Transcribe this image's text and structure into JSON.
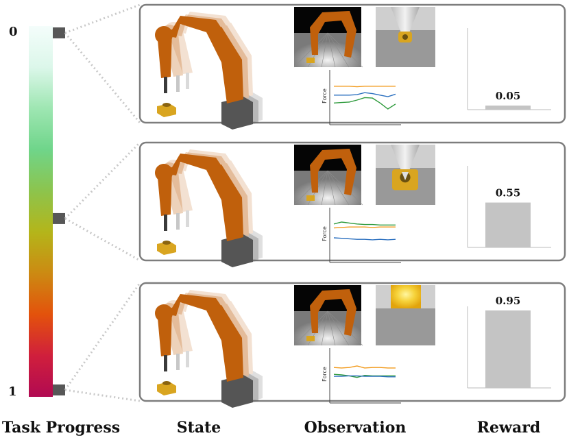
{
  "progress_bar": {
    "top_label": "0",
    "bottom_label": "1",
    "gradient_colors": [
      "#f4fdfb",
      "#dcf7ea",
      "#9ee6b2",
      "#6fd58a",
      "#8cc44d",
      "#b4b51a",
      "#cc8a12",
      "#e3520c",
      "#d01f3c",
      "#b10a52"
    ],
    "markers": [
      0.0,
      0.52,
      1.0
    ],
    "marker_color": "#575757"
  },
  "colors": {
    "panel_border": "#7d7d7d",
    "robot_orange": "#c0600c",
    "robot_base": "#555555",
    "target_gold": "#d9a520",
    "reward_bar": "#c4c4c4"
  },
  "panels": [
    {
      "progress": 0.0,
      "force_label": "Force",
      "force_lines": [
        {
          "color": "#f29a1b",
          "values": [
            0.78,
            0.78,
            0.78,
            0.77,
            0.78,
            0.78,
            0.78,
            0.78,
            0.78
          ]
        },
        {
          "color": "#2a6fbf",
          "values": [
            0.6,
            0.6,
            0.6,
            0.61,
            0.65,
            0.63,
            0.6,
            0.57,
            0.62
          ]
        },
        {
          "color": "#2e9a3c",
          "values": [
            0.44,
            0.45,
            0.46,
            0.5,
            0.55,
            0.54,
            0.44,
            0.32,
            0.42
          ]
        }
      ],
      "reward": {
        "value": 0.05,
        "label": "0.05"
      }
    },
    {
      "progress": 0.52,
      "force_label": "Force",
      "force_lines": [
        {
          "color": "#2e9a3c",
          "values": [
            0.78,
            0.82,
            0.8,
            0.78,
            0.77,
            0.77,
            0.76,
            0.76,
            0.76
          ]
        },
        {
          "color": "#f29a1b",
          "values": [
            0.7,
            0.71,
            0.72,
            0.72,
            0.72,
            0.71,
            0.72,
            0.72,
            0.72
          ]
        },
        {
          "color": "#2a6fbf",
          "values": [
            0.5,
            0.49,
            0.48,
            0.47,
            0.47,
            0.46,
            0.47,
            0.46,
            0.47
          ]
        }
      ],
      "reward": {
        "value": 0.55,
        "label": "0.55"
      }
    },
    {
      "progress": 1.0,
      "force_label": "Force",
      "force_lines": [
        {
          "color": "#f29a1b",
          "values": [
            0.72,
            0.71,
            0.72,
            0.75,
            0.71,
            0.72,
            0.72,
            0.71,
            0.71
          ]
        },
        {
          "color": "#2e9a3c",
          "values": [
            0.58,
            0.57,
            0.55,
            0.52,
            0.56,
            0.55,
            0.55,
            0.55,
            0.55
          ]
        },
        {
          "color": "#2a6fbf",
          "values": [
            0.54,
            0.54,
            0.55,
            0.55,
            0.54,
            0.54,
            0.54,
            0.53,
            0.53
          ]
        }
      ],
      "reward": {
        "value": 0.95,
        "label": "0.95"
      }
    }
  ],
  "columns": {
    "task_progress": "Task Progress",
    "state": "State",
    "observation": "Observation",
    "reward": "Reward"
  }
}
